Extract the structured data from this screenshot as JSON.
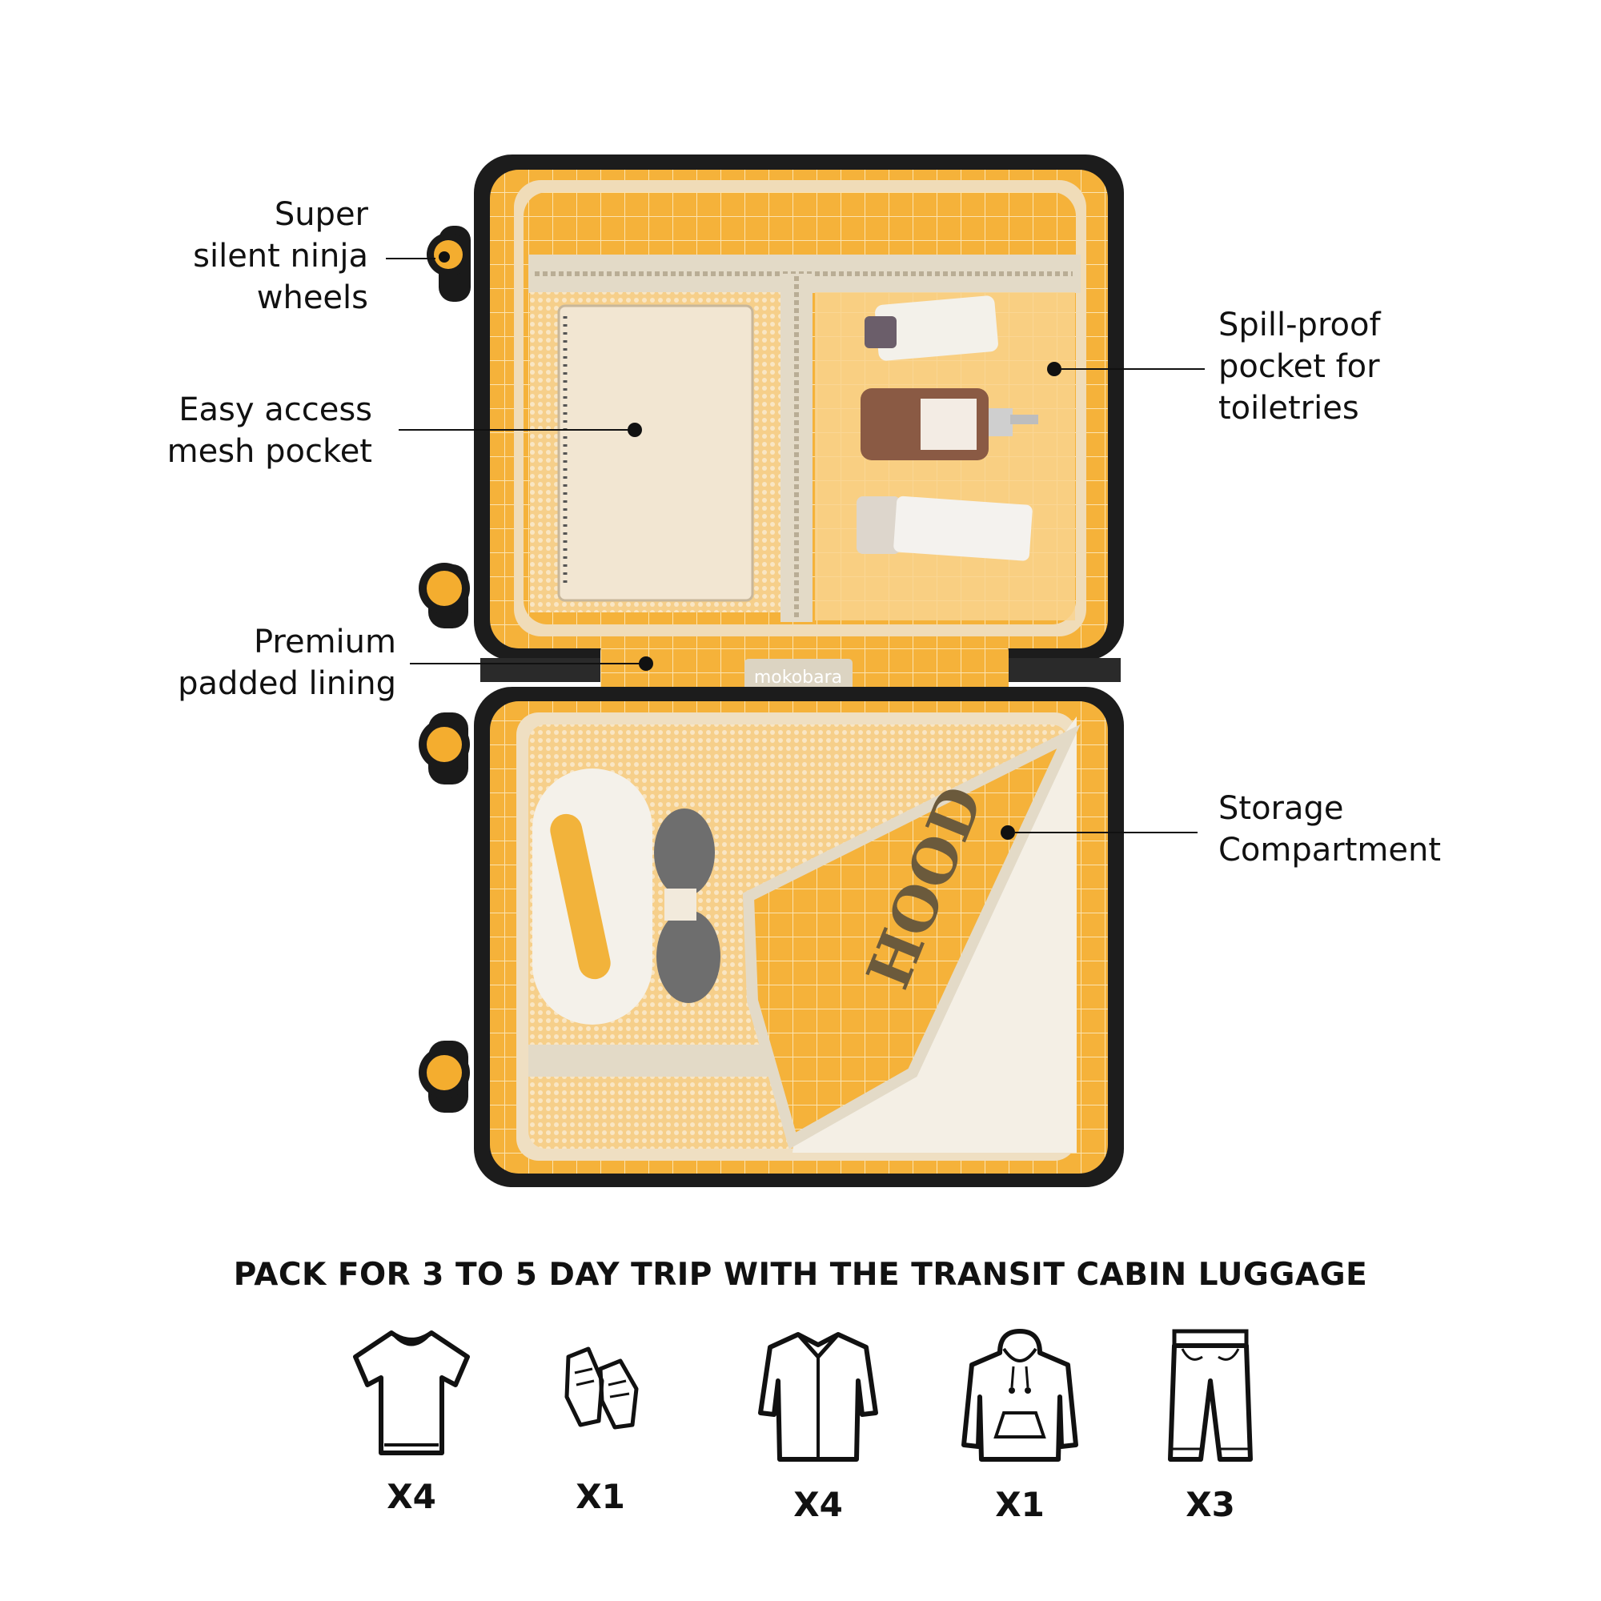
{
  "callouts": {
    "wheels": "Super\nsilent ninja\nwheels",
    "mesh_pocket": "Easy access\nmesh pocket",
    "lining": "Premium\npadded lining",
    "toiletries": "Spill-proof\npocket for\ntoiletries",
    "storage": "Storage\nCompartment"
  },
  "brand": "mokobara",
  "shirt_print": "HOOD",
  "headline": "PACK FOR 3 TO 5 DAY TRIP WITH THE TRANSIT CABIN LUGGAGE",
  "packing_items": [
    {
      "icon": "tshirt-icon",
      "qty": "X4"
    },
    {
      "icon": "sneakers-icon",
      "qty": "X1"
    },
    {
      "icon": "shirt-icon",
      "qty": "X4"
    },
    {
      "icon": "hoodie-icon",
      "qty": "X1"
    },
    {
      "icon": "trousers-icon",
      "qty": "X3"
    }
  ],
  "colors": {
    "lining": "#f5b23a",
    "shell": "#1a1a1a",
    "mesh": "#f3ddb8",
    "zipper": "#d9d2c2",
    "wheel": "#f4ad2f"
  }
}
